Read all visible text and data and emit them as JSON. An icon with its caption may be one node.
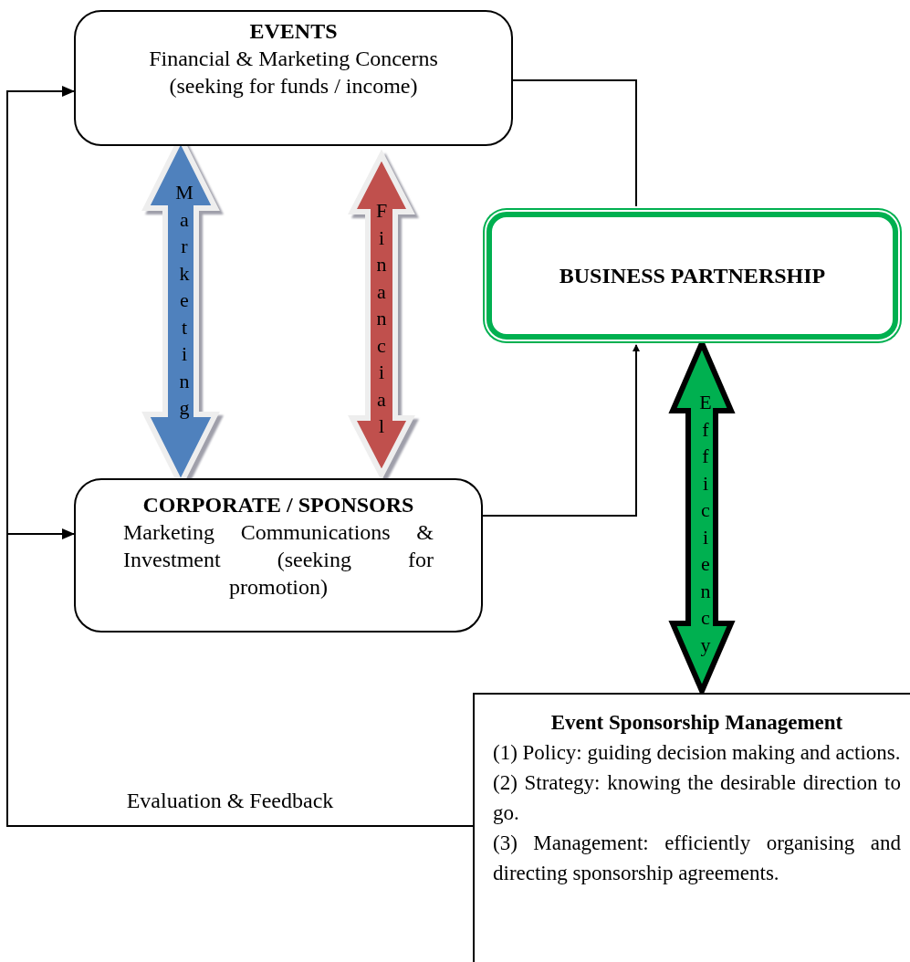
{
  "diagram": {
    "nodes": [
      {
        "text": [
          "EVENTS",
          "Financial & Marketing Concerns (seeking for funds / income)"
        ]
      },
      {
        "text": [
          "CORPORATE / SPONSORS",
          "Marketing Communications & Investment (seeking for promotion)"
        ]
      },
      {
        "text": [
          "BUSINESS PARTNERSHIP"
        ]
      },
      {
        "text": [
          "Event Sponsorship Management",
          "(1) Policy: guiding decision making and actions.",
          "(2) Strategy: knowing the desirable direction to go.",
          "(3) Management: efficiently organising and directing sponsorship agreements."
        ]
      }
    ],
    "edges": [
      {
        "from": 0,
        "to": 2,
        "arrow": "none"
      },
      {
        "from": 1,
        "to": 2,
        "arrow": "to"
      },
      {
        "from": 0,
        "to": 1,
        "arrow": "both",
        "label": "Marketing",
        "style": "thick",
        "color": "#4f81bd"
      },
      {
        "from": 0,
        "to": 1,
        "arrow": "both",
        "label": "Financial",
        "style": "thick",
        "color": "#c0504d"
      },
      {
        "from": 2,
        "to": 3,
        "arrow": "both",
        "label": "Efficiency",
        "style": "thick",
        "color": "#00b050"
      },
      {
        "from": 3,
        "to": 0,
        "arrow": "to",
        "label": "Evaluation & Feedback"
      },
      {
        "from": 3,
        "to": 1,
        "arrow": "to"
      }
    ]
  }
}
